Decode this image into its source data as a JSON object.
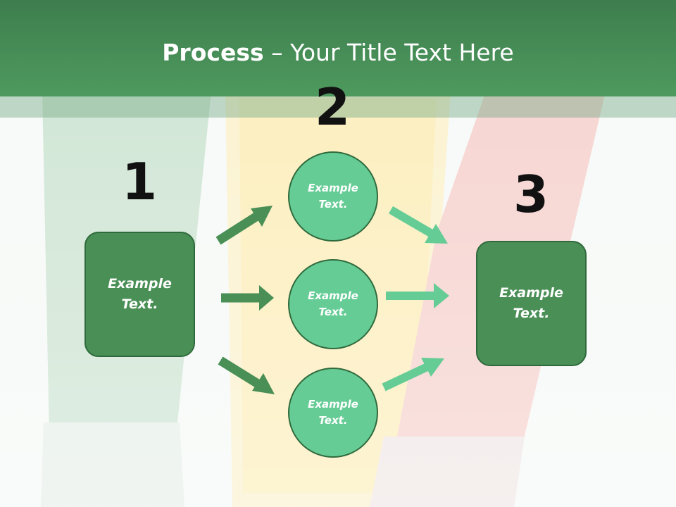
{
  "title": {
    "bold": "Process",
    "rest": " – Your Title Text Here"
  },
  "steps": {
    "one": "1",
    "two": "2",
    "three": "3"
  },
  "left_box": "Example Text.",
  "right_box": "Example Text.",
  "circles": [
    "Example Text.",
    "Example Text.",
    "Example Text."
  ],
  "colors": {
    "header": "#4e9a5e",
    "box_fill": "#4a8f56",
    "circle_fill": "#66cc96",
    "arrow_dark": "#4a8f56",
    "arrow_light": "#66cc96"
  }
}
